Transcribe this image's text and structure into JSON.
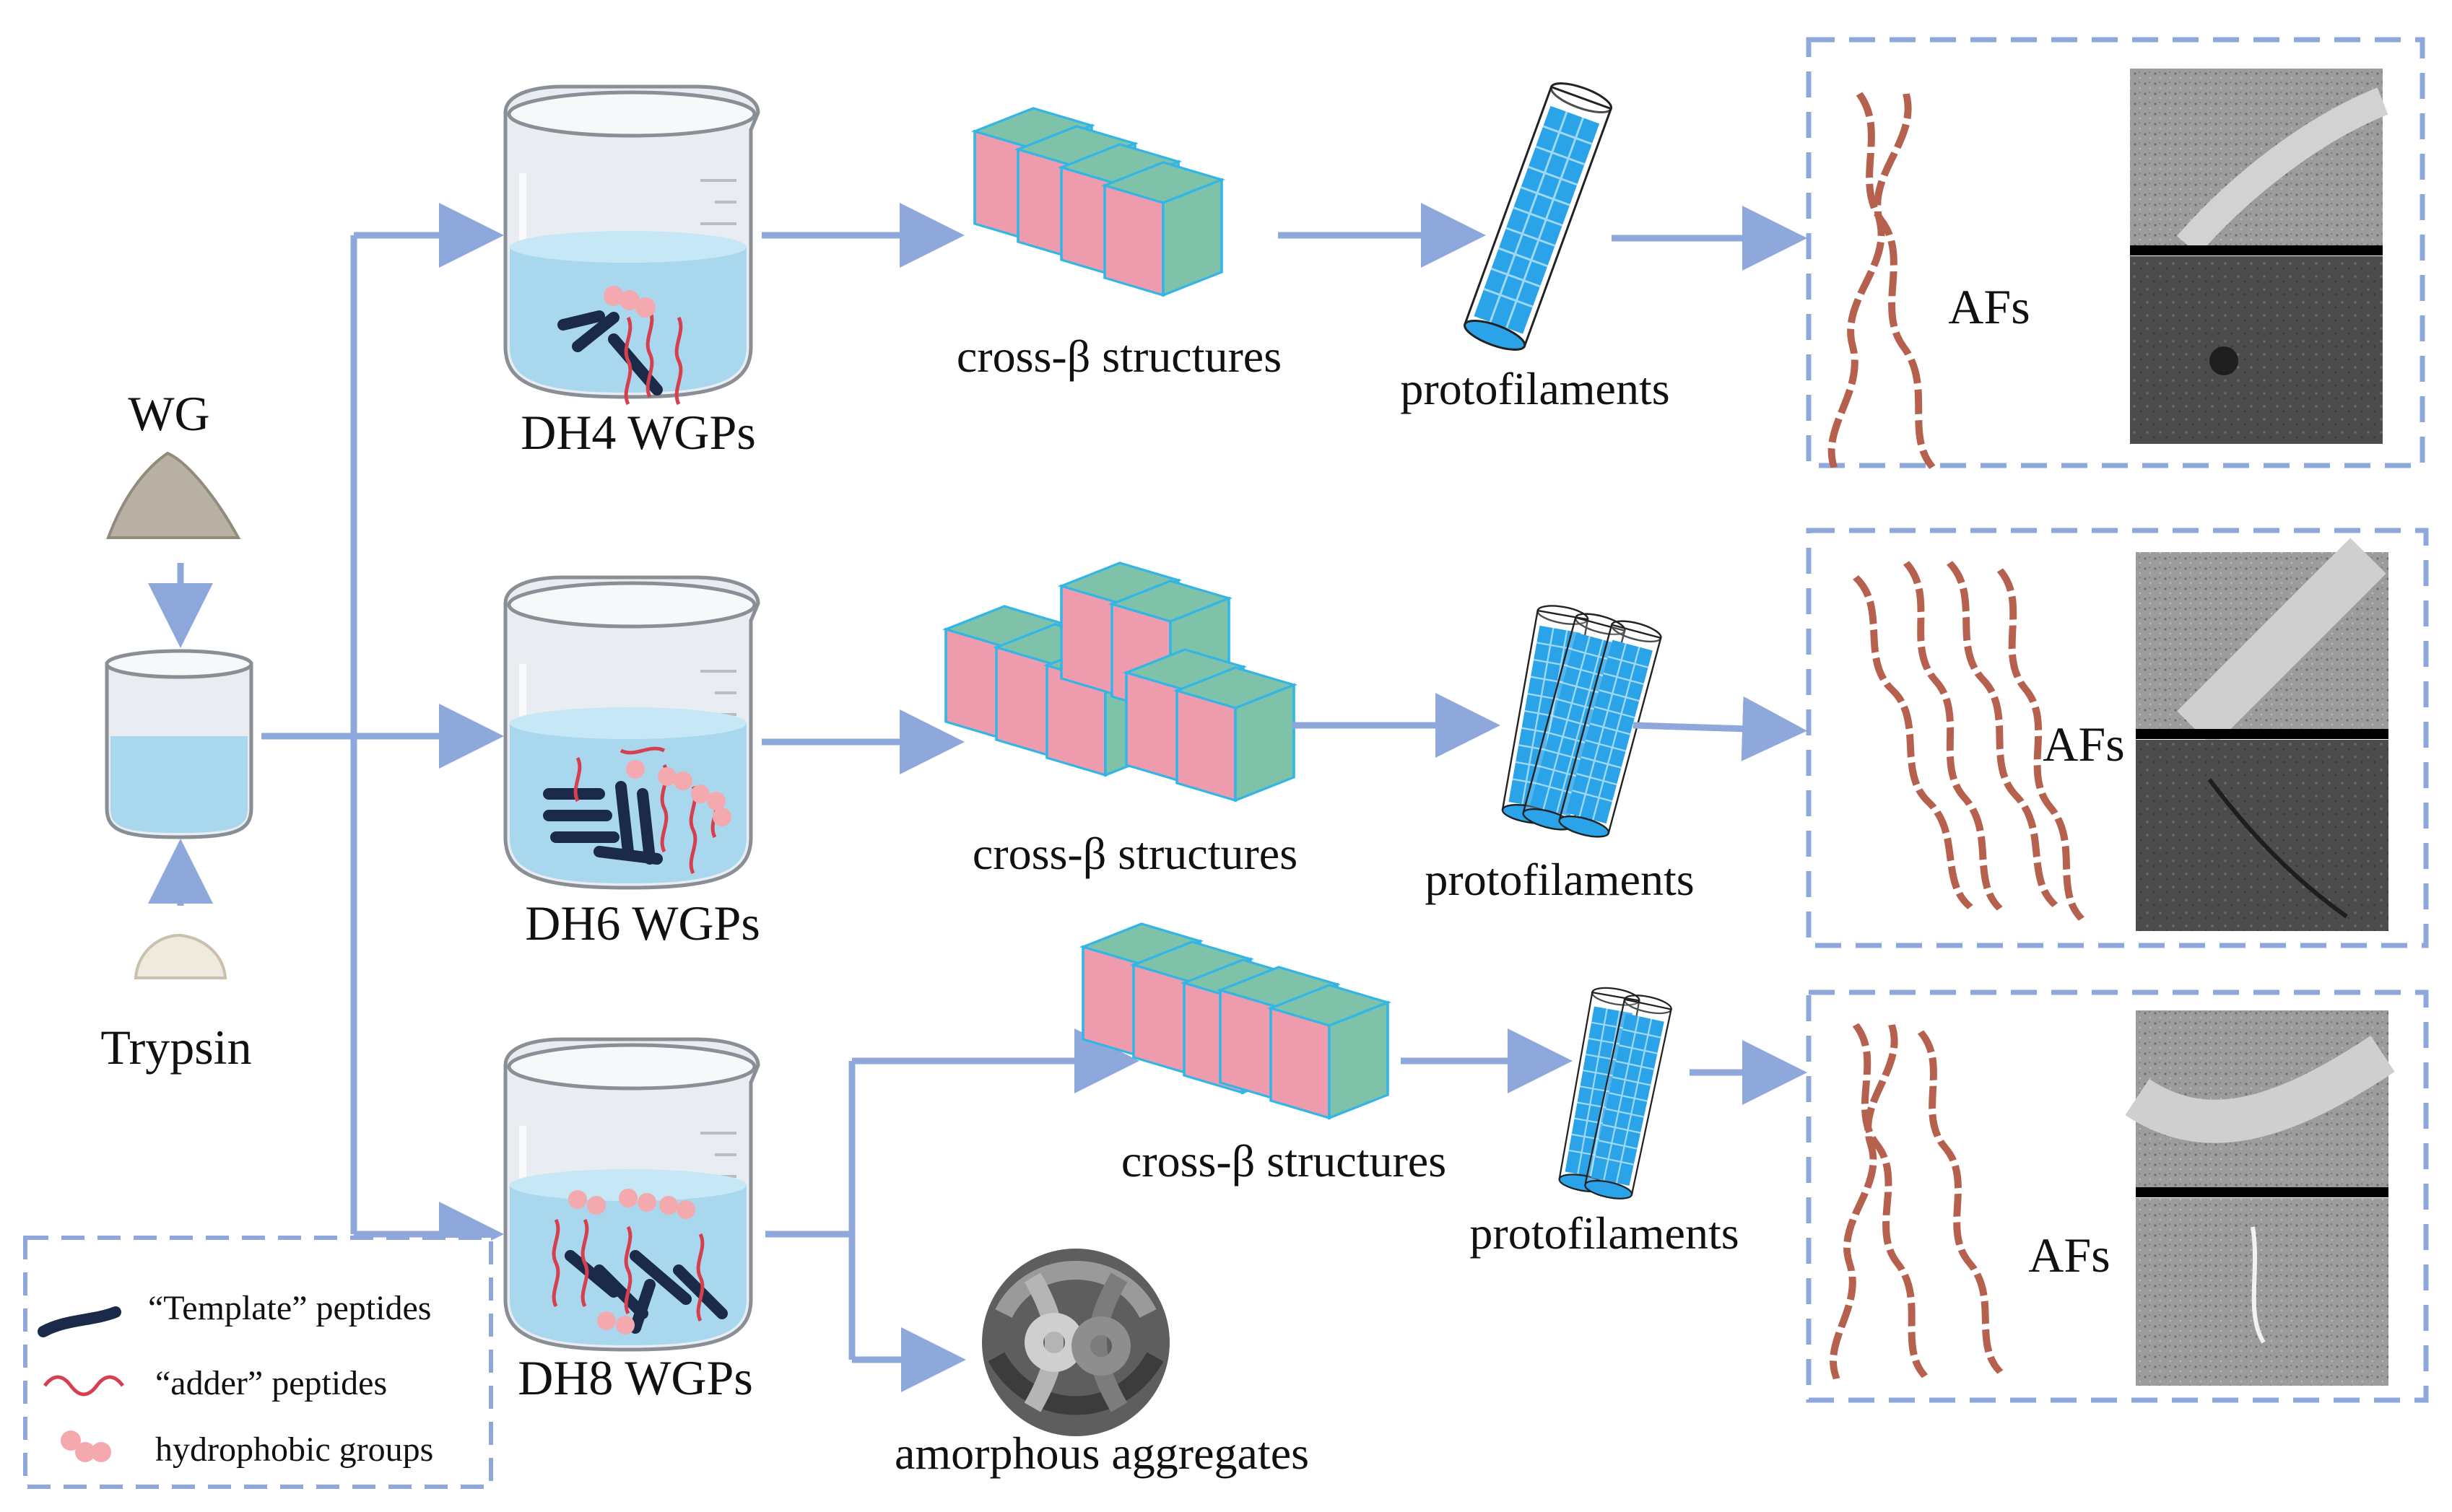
{
  "ingredients": {
    "wg_label": "WG",
    "trypsin_label": "Trypsin"
  },
  "beakers": [
    {
      "label": "DH4 WGPs"
    },
    {
      "label": "DH6 WGPs"
    },
    {
      "label": "DH8 WGPs"
    }
  ],
  "structures": {
    "cross_beta_label": "cross-β structures",
    "protofilament_label": "protofilaments",
    "amorphous_label": "amorphous aggregates",
    "fibril_label": "AFs"
  },
  "legend": {
    "template": "“Template” peptides",
    "adder": "“adder” peptides",
    "hydrophobic": "hydrophobic groups"
  },
  "colors": {
    "arrow": "#8fa8dc",
    "water": "#a9d8ee",
    "template_peptide": "#1c2a4a",
    "adder_peptide": "#d6404e",
    "hydrophobic": "#f3a9ad",
    "sheet_teal": "#7fc2aa",
    "sheet_pink": "#ee9cad",
    "sheet_edge": "#33b6e6",
    "protofilament": "#2aa3e8",
    "fibril": "#b5614e"
  }
}
